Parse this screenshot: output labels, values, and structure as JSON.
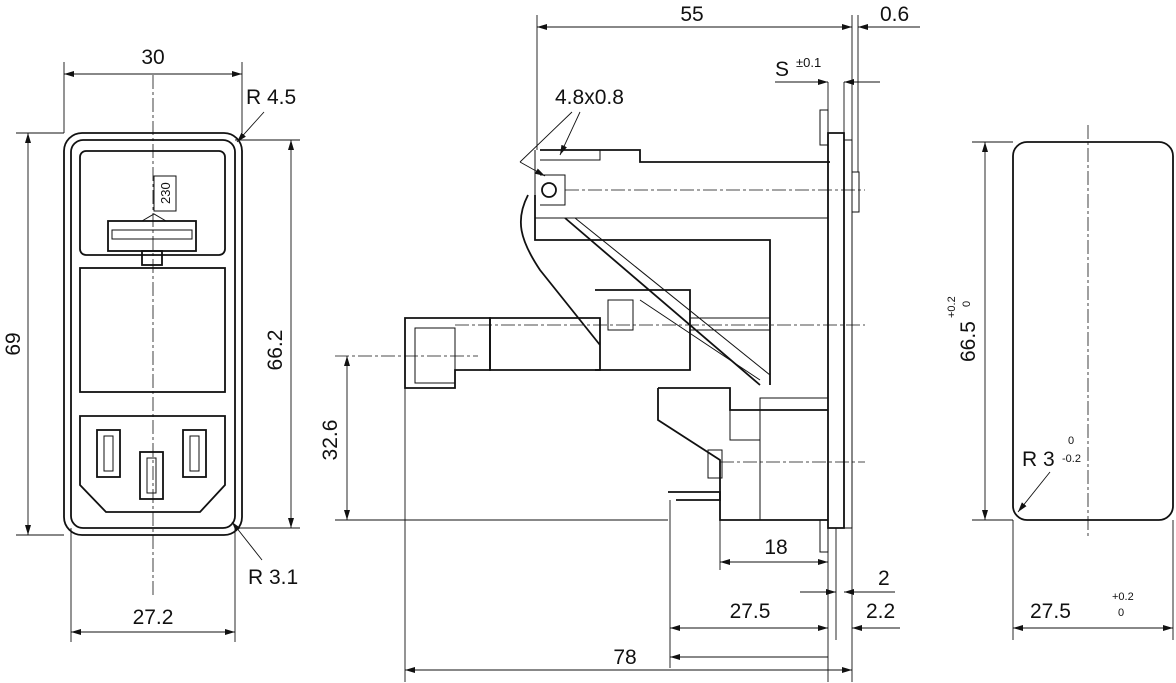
{
  "front_view": {
    "width_top": "30",
    "radius_outer": "R 4.5",
    "height_total": "69",
    "height_inner": "66.2",
    "voltage_label": "230",
    "radius_bottom": "R 3.1",
    "width_bottom": "27.2"
  },
  "side_view": {
    "length_55": "55",
    "offset_06": "0.6",
    "s_label": "S",
    "s_tol": "±0.1",
    "tab_size": "4.8x0.8",
    "height_326": "32.6",
    "dim_18": "18",
    "dim_2": "2",
    "dim_275": "27.5",
    "dim_22": "2.2",
    "dim_78": "78"
  },
  "cutout_view": {
    "height_value": "66.5",
    "height_tol_upper": "+0.2",
    "height_tol_lower": "0",
    "radius_value": "R 3",
    "radius_tol_upper": "0",
    "radius_tol_lower": "-0.2",
    "width_value": "27.5",
    "width_tol_upper": "+0.2",
    "width_tol_lower": "0"
  }
}
